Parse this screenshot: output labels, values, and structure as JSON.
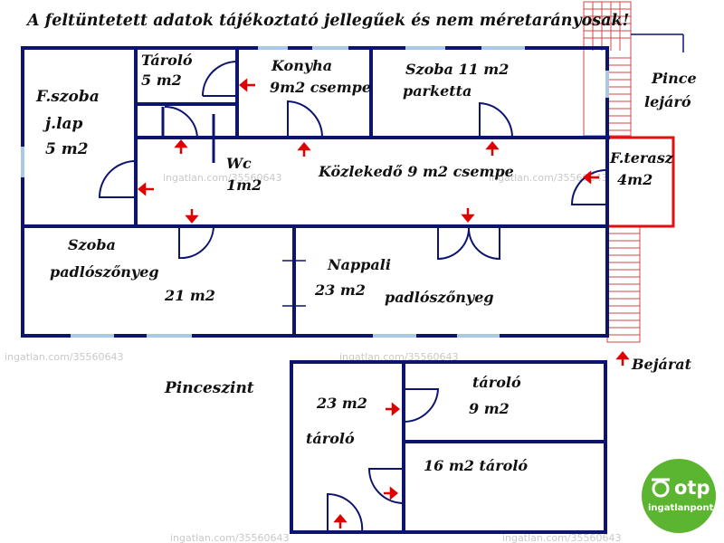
{
  "header": {
    "disclaimer": "A feltüntetett adatok tájékoztató jellegűek és nem méretarányosak!"
  },
  "rooms": {
    "furdo_line1": "F.szoba",
    "furdo_line2": "j.lap",
    "furdo_line3": "5 m2",
    "tarolo_line1": "Tároló",
    "tarolo_line2": "5 m2",
    "konyha_line1": "Konyha",
    "konyha_line2": "9m2 csempe",
    "szoba11_line1": "Szoba 11 m2",
    "szoba11_line2": "parketta",
    "pince_line1": "Pince",
    "pince_line2": "lejáró",
    "wc_line1": "Wc",
    "wc_line2": "1m2",
    "kozlekedo": "Közlekedő 9 m2 csempe",
    "terasz_line1": "F.terasz",
    "terasz_line2": "4m2",
    "szoba21_line1": "Szoba",
    "szoba21_line2": "padlószőnyeg",
    "szoba21_line3": "21 m2",
    "nappali_line1": "Nappali",
    "nappali_line2": "23 m2",
    "nappali_line3": "padlószőnyeg",
    "bejarat": "Bejárat"
  },
  "basement": {
    "title": "Pinceszint",
    "main_line1": "23 m2",
    "main_line2": "tároló",
    "store9_line1": "tároló",
    "store9_line2": "9 m2",
    "store16": "16 m2 tároló"
  },
  "watermark": {
    "text": "ingatlan.com/35560643"
  },
  "logo": {
    "brand": "otp",
    "sub": "ingatlanpont"
  },
  "colors": {
    "wall": "#0d1470",
    "window": "#a9c9e6",
    "arrow": "#e00000",
    "stair": "#d64545",
    "logo_green": "#5cb531"
  }
}
